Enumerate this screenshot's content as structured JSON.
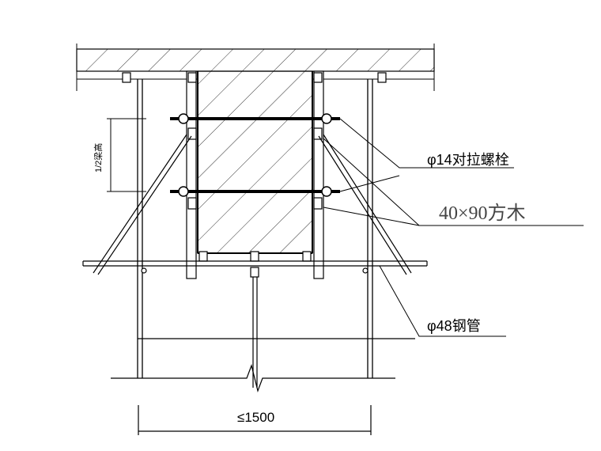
{
  "labels": {
    "half_height": "1/2梁高",
    "tie_bolt": "φ14对拉螺栓",
    "timber": "40×90方木",
    "steel_pipe": "φ48钢管",
    "span": "≤1500"
  },
  "colors": {
    "line": "#000000",
    "hatch": "#333333",
    "background": "#ffffff"
  }
}
